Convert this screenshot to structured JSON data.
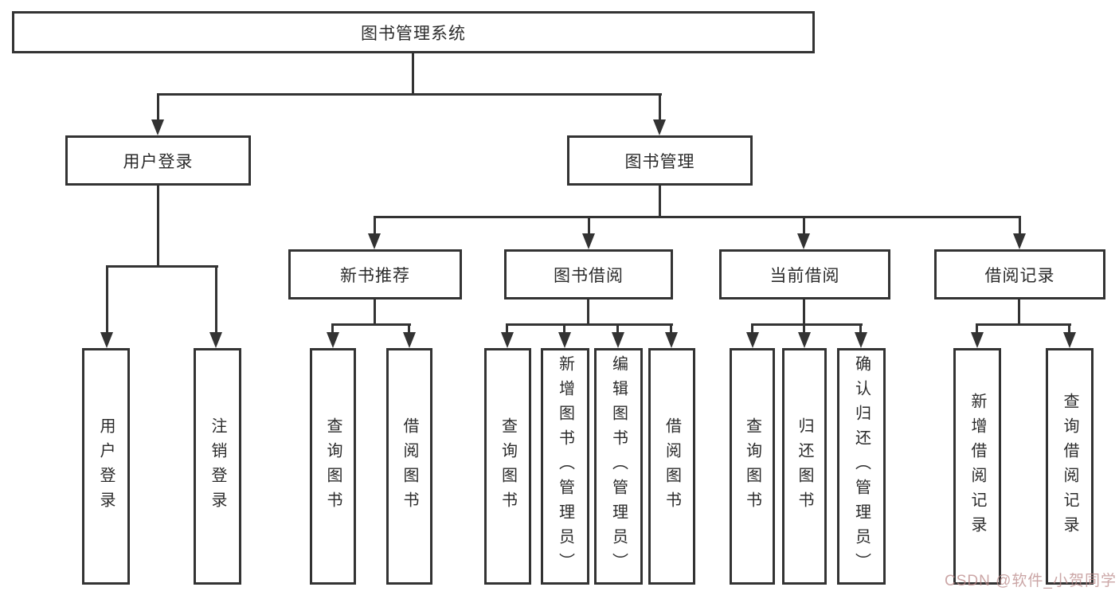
{
  "tree": {
    "root": {
      "label": "图书管理系统"
    },
    "children": [
      {
        "label": "用户登录",
        "children": [
          {
            "label": "用户登录"
          },
          {
            "label": "注销登录"
          }
        ]
      },
      {
        "label": "图书管理",
        "children": [
          {
            "label": "新书推荐",
            "children": [
              {
                "label": "查询图书"
              },
              {
                "label": "借阅图书"
              }
            ]
          },
          {
            "label": "图书借阅",
            "children": [
              {
                "label": "查询图书"
              },
              {
                "label": "新增图书（管理员）"
              },
              {
                "label": "编辑图书（管理员）"
              },
              {
                "label": "借阅图书"
              }
            ]
          },
          {
            "label": "当前借阅",
            "children": [
              {
                "label": "查询图书"
              },
              {
                "label": "归还图书"
              },
              {
                "label": "确认归还（管理员）"
              }
            ]
          },
          {
            "label": "借阅记录",
            "children": [
              {
                "label": "新增借阅记录"
              },
              {
                "label": "查询借阅记录"
              }
            ]
          }
        ]
      }
    ]
  },
  "watermark": {
    "text": "CSDN @软件_小贺同学"
  },
  "colors": {
    "line": "#333333",
    "background": "#ffffff",
    "text": "#2b2b2b",
    "watermark": "#ba8888"
  }
}
